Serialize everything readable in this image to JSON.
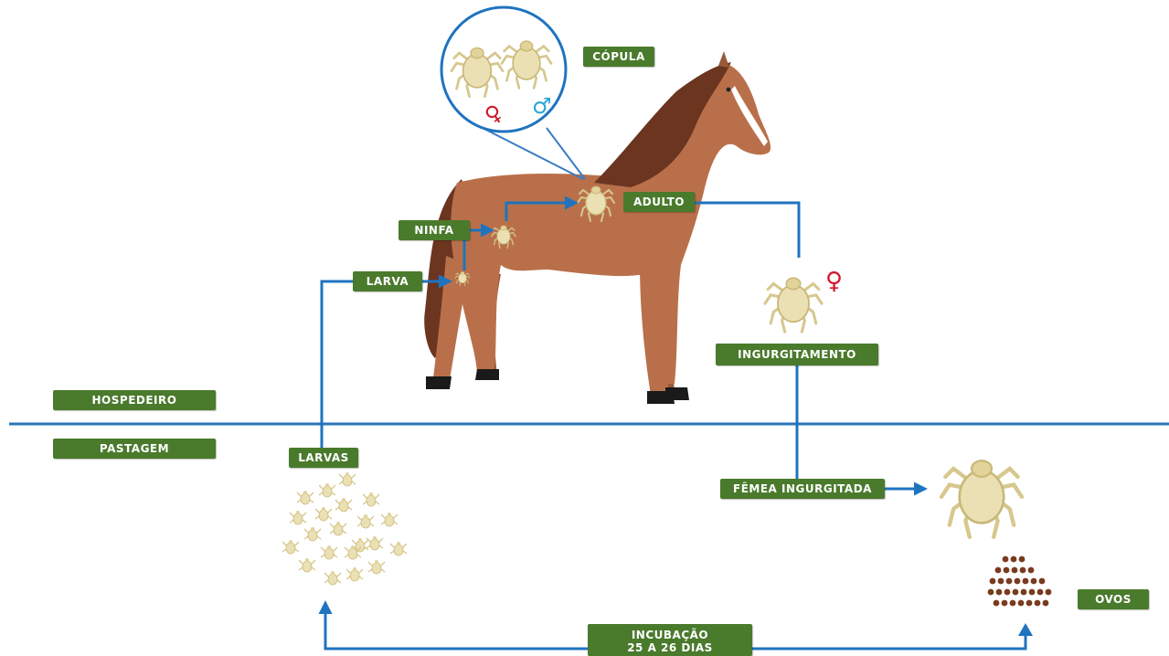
{
  "labels": {
    "copula": "CÓPULA",
    "adulto": "ADULTO",
    "ninfa": "NINFA",
    "larva": "LARVA",
    "ingurgitamento": "INGURGITAMENTO",
    "hospedeiro": "HOSPEDEIRO",
    "pastagem": "PASTAGEM",
    "larvas": "LARVAS",
    "femea_ingurgitada": "FÊMEA INGURGITADA",
    "ovos": "OVOS",
    "incubacao_line1": "INCUBAÇÃO",
    "incubacao_line2": "25 A 26 DIAS"
  },
  "symbols": {
    "female": "♀",
    "male": "♂"
  },
  "colors": {
    "label_bg": "#4a7a2c",
    "arrow": "#1f73bf",
    "divider": "#2a75b8",
    "tick": "#e8dcaa",
    "tick_outline": "#c9b878",
    "horse_body": "#b9704a",
    "mane": "#6b3520",
    "female_symbol": "#d0182a",
    "male_symbol": "#29a6d6",
    "egg": "#7a3a1e"
  },
  "icons": [
    "horse",
    "tick",
    "female-symbol",
    "male-symbol",
    "egg-cluster",
    "larvae-cluster"
  ]
}
